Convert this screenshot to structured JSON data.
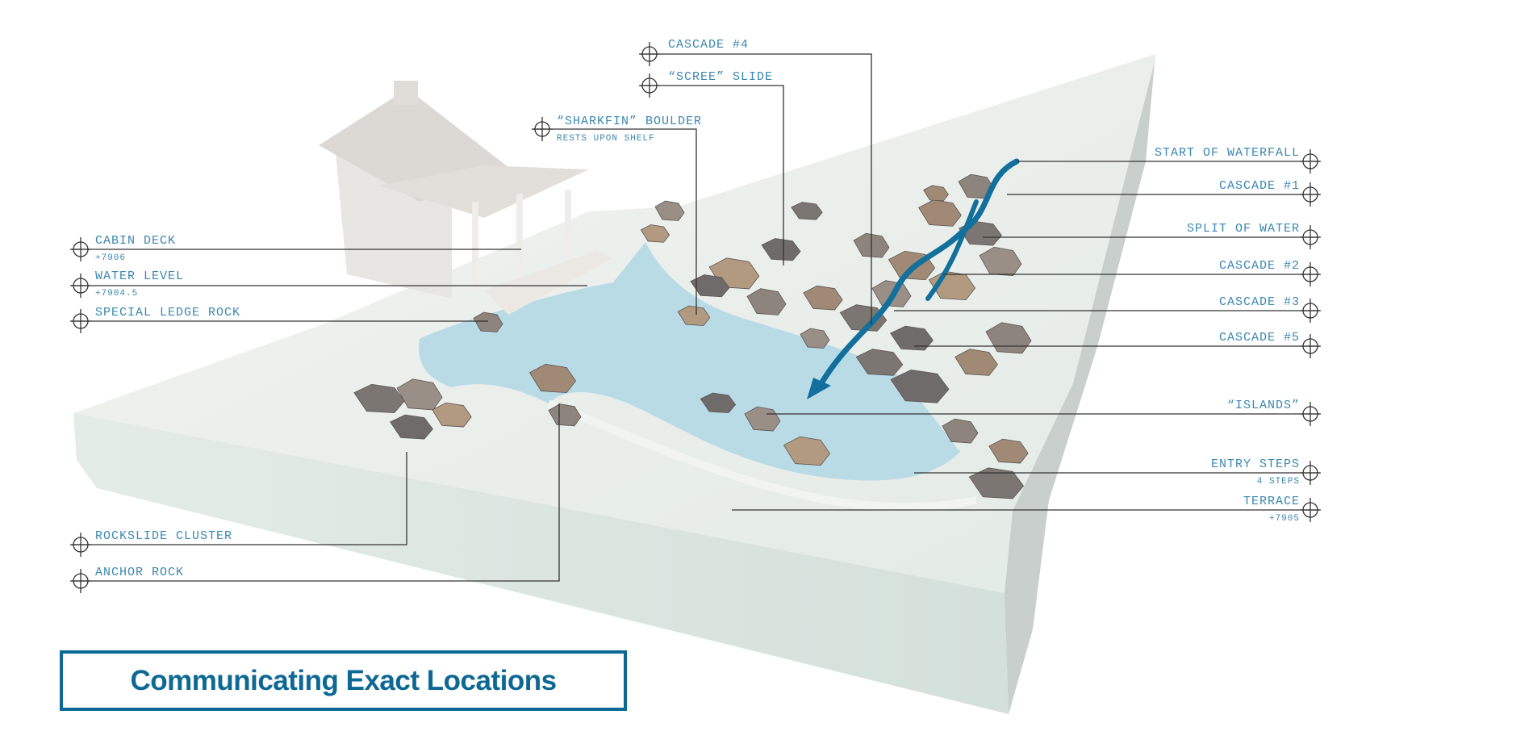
{
  "title": "Communicating Exact Locations",
  "colors": {
    "label": "#3a87b0",
    "title": "#0e6894",
    "water": "#b9dbe6",
    "arrow": "#136f9c"
  },
  "callouts": {
    "cabin_deck": {
      "label": "CABIN DECK",
      "sub": "+7906"
    },
    "water_level": {
      "label": "WATER LEVEL",
      "sub": "+7904.5"
    },
    "special_ledge_rock": {
      "label": "SPECIAL LEDGE ROCK"
    },
    "rockslide_cluster": {
      "label": "ROCKSLIDE CLUSTER"
    },
    "anchor_rock": {
      "label": "ANCHOR ROCK"
    },
    "cascade_4": {
      "label": "CASCADE #4"
    },
    "scree_slide": {
      "label": "“SCREE” SLIDE"
    },
    "sharkfin_boulder": {
      "label": "“SHARKFIN” BOULDER",
      "sub": "RESTS UPON SHELF"
    },
    "start_of_waterfall": {
      "label": "START OF WATERFALL"
    },
    "cascade_1": {
      "label": "CASCADE #1"
    },
    "split_of_water": {
      "label": "SPLIT OF WATER"
    },
    "cascade_2": {
      "label": "CASCADE #2"
    },
    "cascade_3": {
      "label": "CASCADE #3"
    },
    "cascade_5": {
      "label": "CASCADE #5"
    },
    "islands": {
      "label": "“ISLANDS”"
    },
    "entry_steps": {
      "label": "ENTRY STEPS",
      "sub": "4 STEPS"
    },
    "terrace": {
      "label": "TERRACE",
      "sub": "+7905"
    }
  }
}
